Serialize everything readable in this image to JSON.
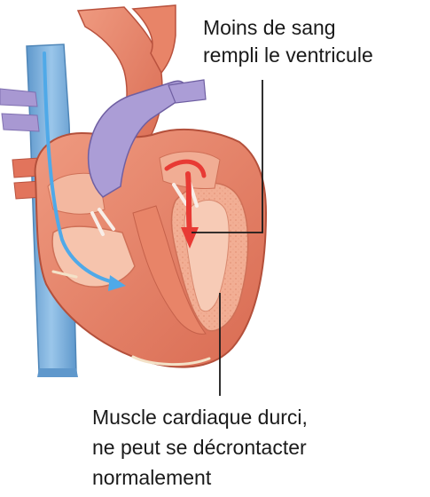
{
  "labels": {
    "top": {
      "line1": "Moins de sang",
      "line2": "rempli le ventricule"
    },
    "bottom": {
      "line1": "Muscle cardiaque durci,",
      "line2": "ne peut se décrontacter",
      "line3": "normalement"
    }
  },
  "colors": {
    "heart_wall": "#e8836a",
    "heart_inner": "#f4b9a0",
    "heart_outline": "#c25a44",
    "vena_cava": "#6fa7d6",
    "vena_cava_light": "#a9cdea",
    "pulmonary_artery": "#9a8ac2",
    "blood_flow_red": "#e83a34",
    "blood_flow_blue": "#4fa9e8",
    "leader_line": "#1a1a1a"
  }
}
